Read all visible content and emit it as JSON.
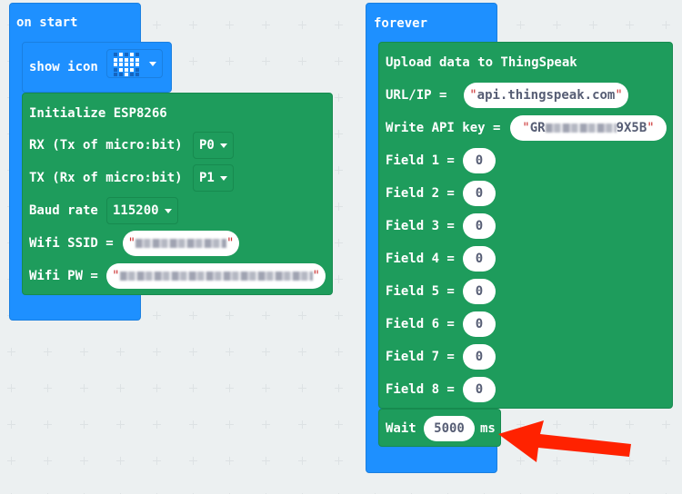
{
  "canvas": {
    "background": "#ecf0f1",
    "block_colors": {
      "basic": "#1e90ff",
      "esp8266": "#1e9c5c",
      "annotation_arrow": "#ff2200"
    }
  },
  "on_start": {
    "label": "on start",
    "show_icon": {
      "label": "show icon",
      "icon_name": "heart",
      "leds": [
        [
          0,
          1,
          0,
          1,
          0
        ],
        [
          1,
          1,
          1,
          1,
          1
        ],
        [
          1,
          1,
          1,
          1,
          1
        ],
        [
          0,
          1,
          1,
          1,
          0
        ],
        [
          0,
          0,
          1,
          0,
          0
        ]
      ]
    },
    "initialize": {
      "title": "Initialize ESP8266",
      "rx_label": "RX (Tx of micro:bit)",
      "rx_value": "P0",
      "tx_label": "TX (Rx of micro:bit)",
      "tx_value": "P1",
      "baud_label": "Baud rate",
      "baud_value": "115200",
      "ssid_label": "Wifi SSID =",
      "ssid_value": "[redacted]",
      "pw_label": "Wifi PW =",
      "pw_value": "[redacted]"
    }
  },
  "forever": {
    "label": "forever",
    "upload": {
      "title": "Upload data to ThingSpeak",
      "url_label": "URL/IP =",
      "url_value": "api.thingspeak.com",
      "key_label": "Write API key =",
      "key_prefix": "GR",
      "key_suffix": "9X5B",
      "fields": [
        {
          "label": "Field 1 =",
          "value": "0"
        },
        {
          "label": "Field 2 =",
          "value": "0"
        },
        {
          "label": "Field 3 =",
          "value": "0"
        },
        {
          "label": "Field 4 =",
          "value": "0"
        },
        {
          "label": "Field 5 =",
          "value": "0"
        },
        {
          "label": "Field 6 =",
          "value": "0"
        },
        {
          "label": "Field 7 =",
          "value": "0"
        },
        {
          "label": "Field 8 =",
          "value": "0"
        }
      ]
    },
    "wait": {
      "label": "Wait",
      "value": "5000",
      "unit": "ms"
    }
  }
}
